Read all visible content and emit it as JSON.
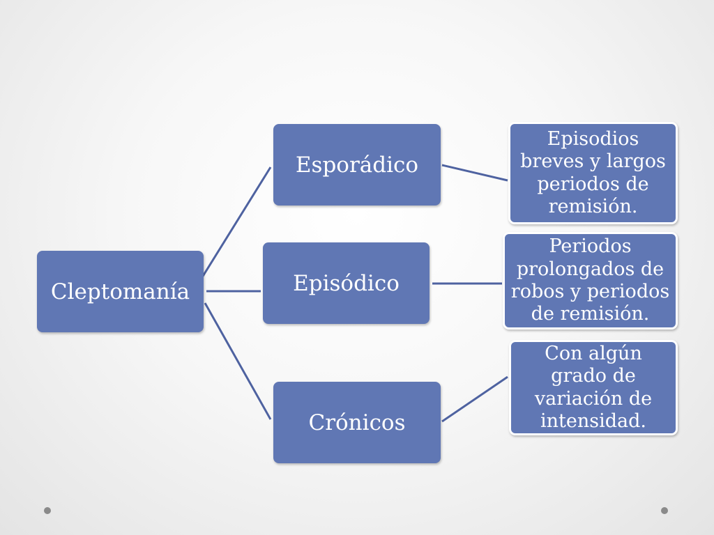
{
  "diagram": {
    "root": {
      "label": "Cleptomanía"
    },
    "branches": [
      {
        "label": "Esporádico",
        "description": "Episodios breves y largos periodos de remisión."
      },
      {
        "label": "Episódico",
        "description": "Periodos prolongados de robos y periodos de remisión."
      },
      {
        "label": "Crónicos",
        "description": "Con algún grado de variación de intensidad."
      }
    ]
  },
  "colors": {
    "node_fill": "#6077b4",
    "connector": "#4e62a0",
    "text": "#ffffff"
  }
}
